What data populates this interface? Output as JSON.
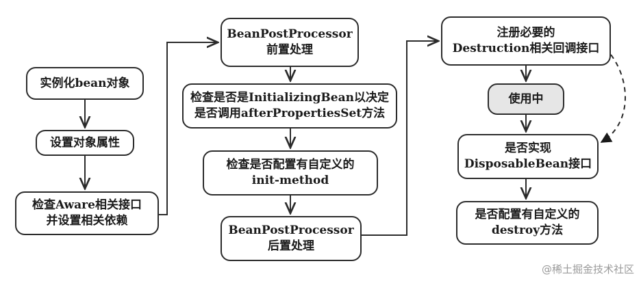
{
  "nodes": {
    "n1": [
      "实例化bean对象"
    ],
    "n2": [
      "设置对象属性"
    ],
    "n3": [
      "检查Aware相关接口",
      "并设置相关依赖"
    ],
    "n4": [
      "BeanPostProcessor",
      "前置处理"
    ],
    "n5": [
      "检查是否是InitializingBean以决定",
      "是否调用afterPropertiesSet方法"
    ],
    "n6": [
      "检查是否配置有自定义的",
      "init-method"
    ],
    "n7": [
      "BeanPostProcessor",
      "后置处理"
    ],
    "n8": [
      "注册必要的",
      "Destruction相关回调接口"
    ],
    "n9": [
      "使用中"
    ],
    "n10": [
      "是否实现",
      "DisposableBean接口"
    ],
    "n11": [
      "是否配置有自定义的",
      "destroy方法"
    ]
  },
  "watermark": "@稀土掘金技术社区"
}
